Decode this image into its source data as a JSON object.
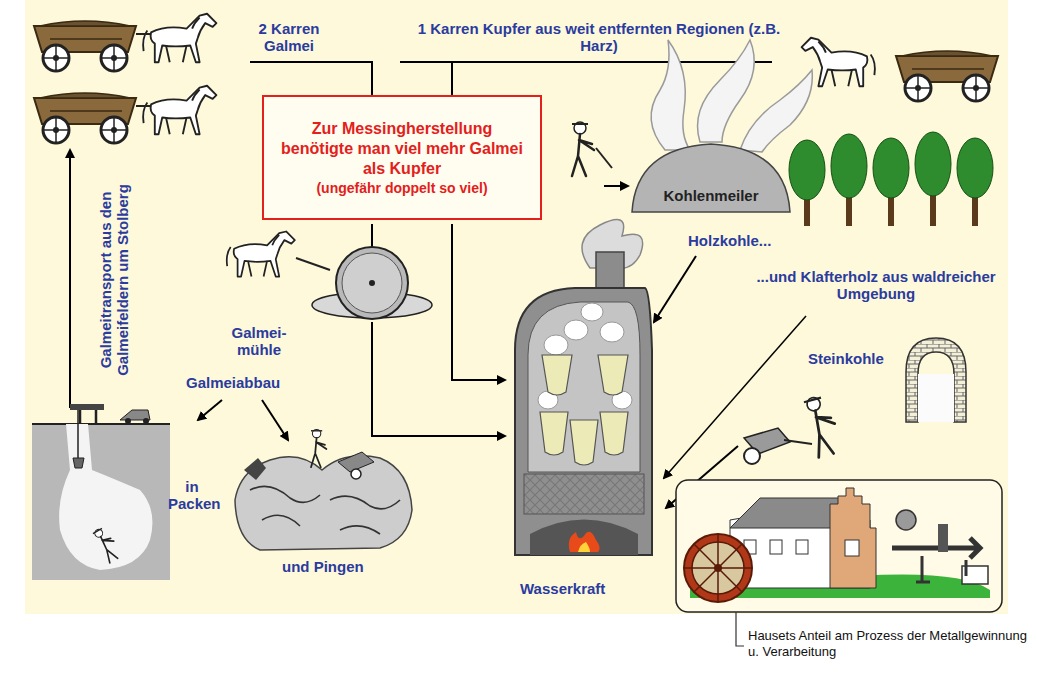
{
  "diagram": {
    "nodes": [
      {
        "text": [
          "Zur Messingherstellung benötigte man viel mehr Galmei als Kupfer",
          "(ungefähr doppelt so viel)"
        ]
      },
      {
        "text": [
          "Kohlenmeiler"
        ]
      }
    ],
    "labels": [
      "2 Karren Galmei",
      "1 Karren Kupfer aus weit entfernten Regionen (z.B. Harz)",
      "Galmeitransport aus den Galmeifeldern um Stolberg",
      "Galmei-mühle",
      "Galmeiabbau",
      "in Packen",
      "und Pingen",
      "Holzkohle...",
      "...und Klafterholz aus waldreicher Umgebung",
      "Steinkohle",
      "Wasserkraft",
      "Hausets Anteil am Prozess der Metallgewinnung u. Verarbeitung"
    ]
  }
}
